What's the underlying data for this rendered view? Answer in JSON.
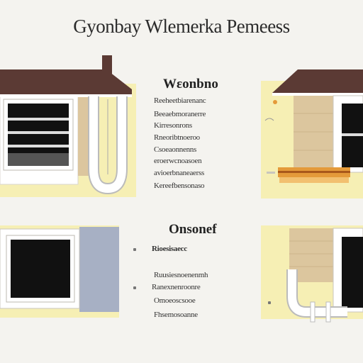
{
  "title": "Gyonbay Wlemerka Pemeess",
  "section1": {
    "heading": "Wεonbno",
    "lines": [
      "Reeheetbiarenanc",
      "Beeaebmoranerre",
      "Kirresonrons",
      "Rneoribtnoeroo",
      "Csoeaonnenns",
      "eroerwcnoasoen",
      "avioerbnaneaerss",
      "Kereefbensonaso"
    ]
  },
  "section2": {
    "heading": "Onsonef",
    "lines": [
      "Rioesisaecc",
      "Ruusiesnoenenmh",
      "Ranexnenroonre",
      "Omoeoscsooe",
      "Fhsemosoanne"
    ]
  },
  "colors": {
    "wall_yellow": "#f6efb4",
    "roof_brown": "#5b3a34",
    "siding_tan": "#dcc69e",
    "window_black": "#111111",
    "panel_blue": "#a7b0c4"
  }
}
